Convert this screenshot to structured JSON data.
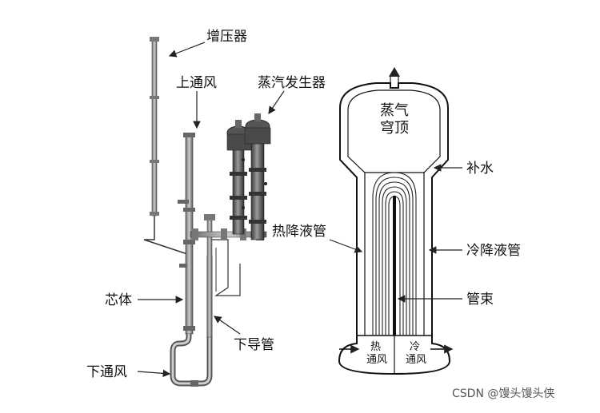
{
  "labels": {
    "booster": "增压器",
    "upper_vent": "上通风",
    "steam_generator": "蒸汽发生器",
    "steam_dome_line1": "蒸气",
    "steam_dome_line2": "穹顶",
    "makeup_water": "补水",
    "hot_downcomer": "热降液管",
    "cold_downcomer": "冷降液管",
    "tube_bundle": "管束",
    "core": "芯体",
    "down_guide_pipe": "下导管",
    "lower_vent": "下通风",
    "hot_vent_line1": "热",
    "hot_vent_line2": "通风",
    "cold_vent_line1": "冷",
    "cold_vent_line2": "通风"
  },
  "watermark": "CSDN @馒头馒头侠"
}
